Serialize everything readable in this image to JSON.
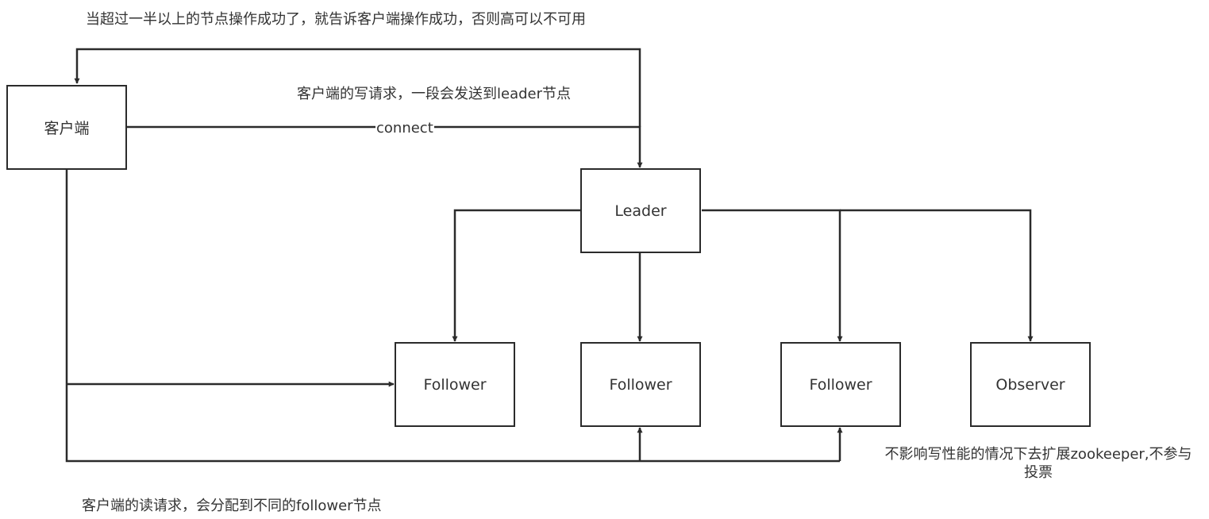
{
  "nodes": {
    "client": "客户端",
    "leader": "Leader",
    "follower_1": "Follower",
    "follower_2": "Follower",
    "follower_3": "Follower",
    "observer": "Observer"
  },
  "labels": {
    "top_note": "当超过一半以上的节点操作成功了，就告诉客户端操作成功，否则高可以不可用",
    "write_request": "客户端的写请求，一段会发送到leader节点",
    "connect": "connect",
    "observer_note_line1": "不影响写性能的情况下去扩展zookeeper,不参与",
    "observer_note_line2": "投票",
    "read_request": "客户端的读请求，会分配到不同的follower节点"
  },
  "colors": {
    "line": "#2b2b2b",
    "text": "#333333",
    "background": "#ffffff"
  }
}
